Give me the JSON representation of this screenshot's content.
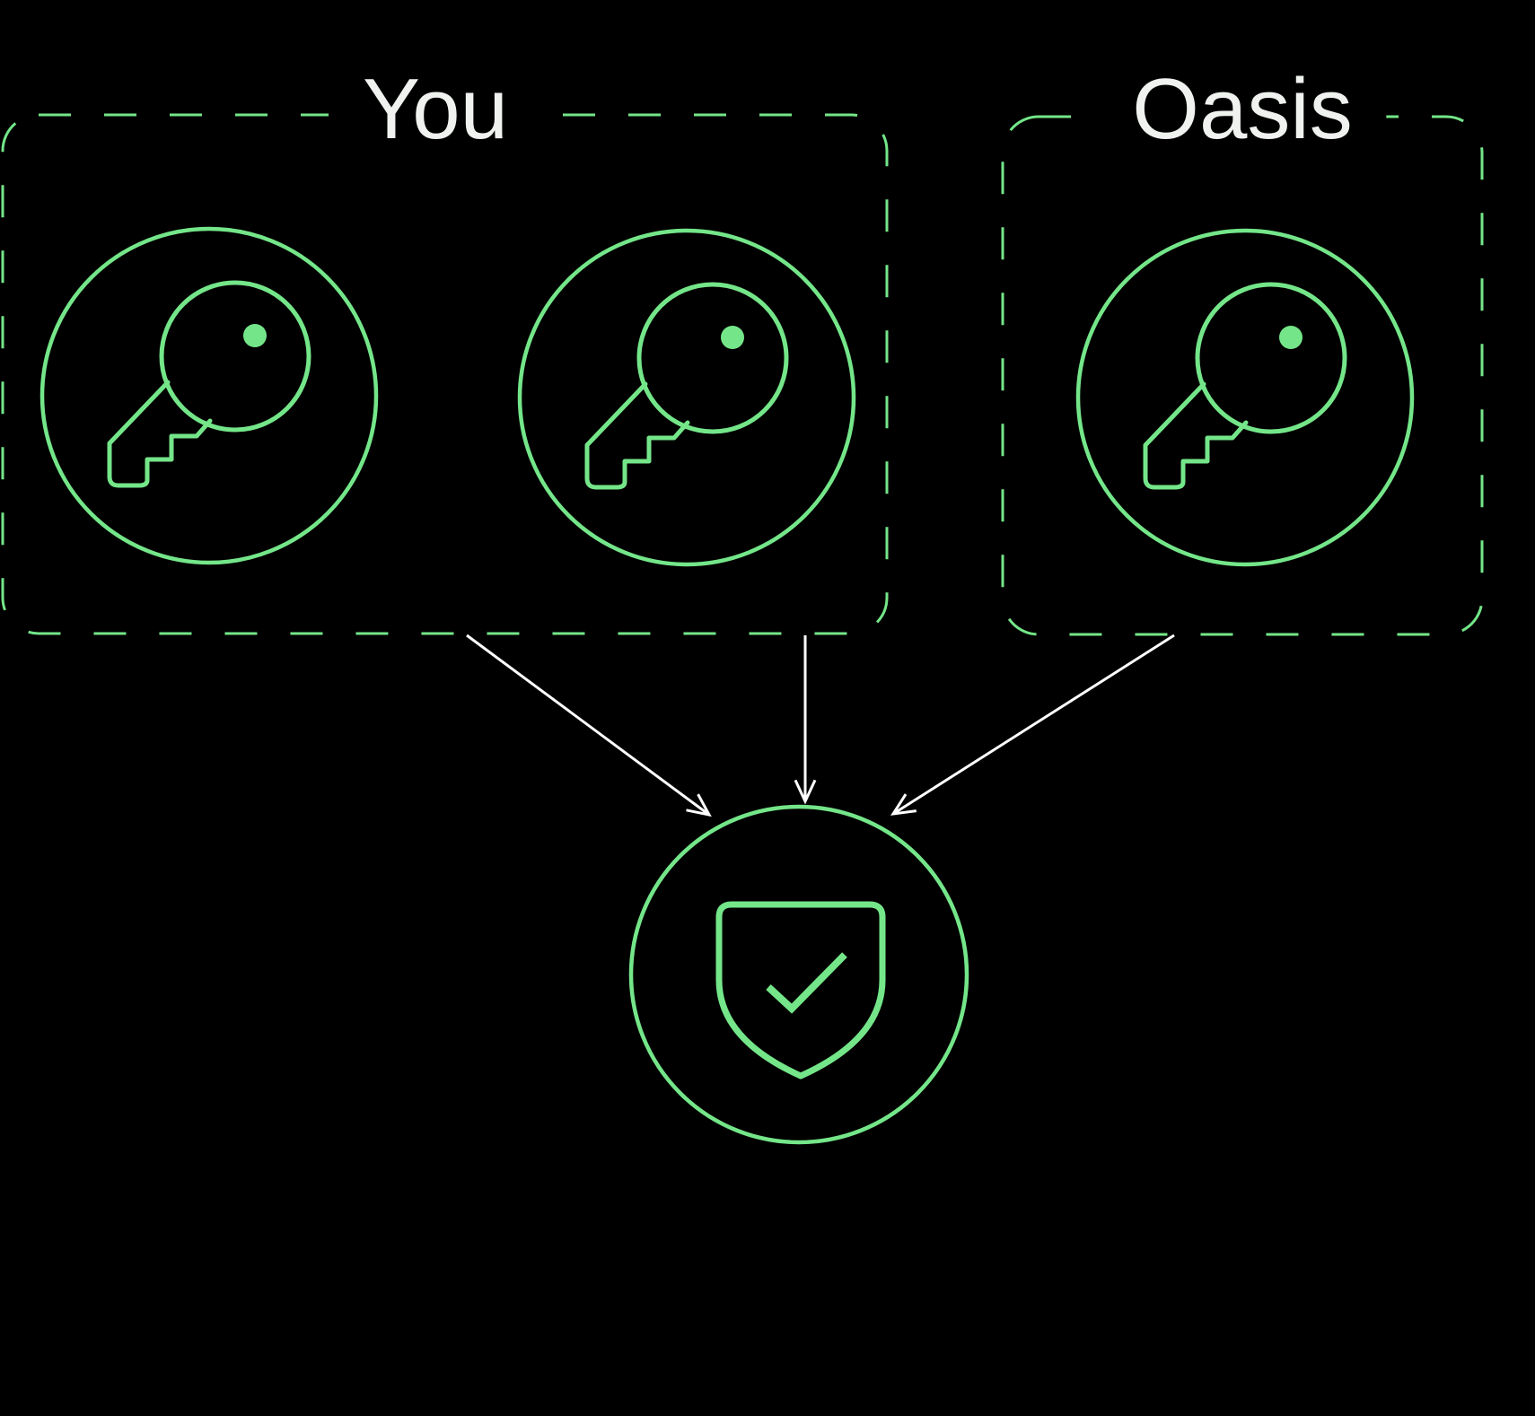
{
  "page": {
    "kind": "security-diagram",
    "background": "#000000"
  },
  "colors": {
    "background": "#000000",
    "accent_green": "#74E689",
    "arrow_white": "#FFFFFF",
    "label_text": "#EFF2EF"
  },
  "boxes": {
    "you": {
      "label": "You",
      "key_count": 2
    },
    "oasis": {
      "label": "Oasis",
      "key_count": 1
    }
  },
  "icons": {
    "key": "key-icon",
    "shield": "shield-check-icon"
  },
  "diagram_data": {
    "type": "flow",
    "nodes": [
      {
        "id": "you-box",
        "label": "You",
        "style": "dashed-green-box",
        "contents": [
          "key-icon",
          "key-icon"
        ]
      },
      {
        "id": "oasis-box",
        "label": "Oasis",
        "style": "dashed-green-box",
        "contents": [
          "key-icon"
        ]
      },
      {
        "id": "shield-badge",
        "label": "",
        "style": "green-circle",
        "contents": [
          "shield-check-icon"
        ]
      }
    ],
    "edges": [
      {
        "from": "you-box",
        "to": "shield-badge",
        "style": "white-arrow"
      },
      {
        "from": "you-box",
        "to": "shield-badge",
        "style": "white-arrow"
      },
      {
        "from": "oasis-box",
        "to": "shield-badge",
        "style": "white-arrow"
      }
    ]
  }
}
